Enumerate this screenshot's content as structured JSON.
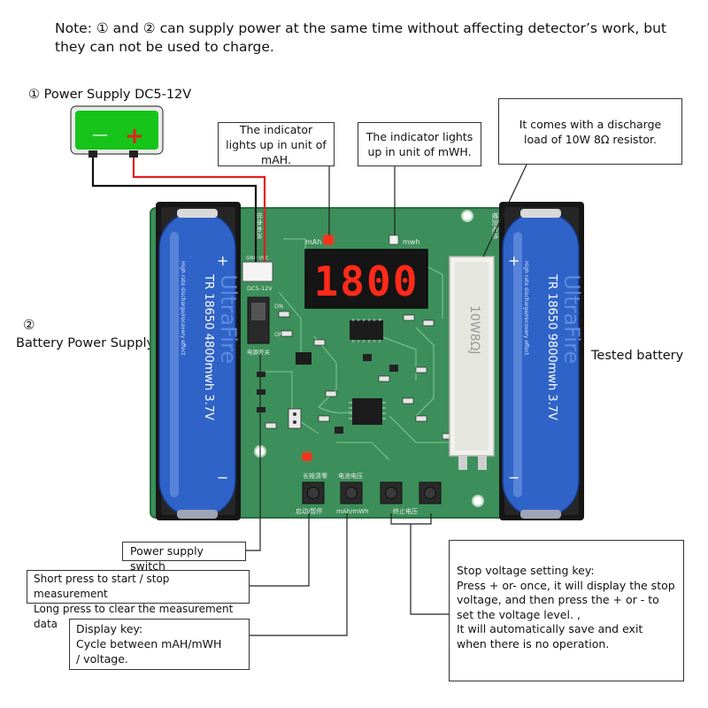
{
  "note": "Note: ① and ② can supply power at the same time without affecting detector’s work, but they can not be used to charge.",
  "power_supply_label": "① Power Supply DC5-12V",
  "psu": {
    "minus": "—",
    "plus": "+"
  },
  "battery_supply_label": {
    "num": "②",
    "text": "Battery Power Supply"
  },
  "tested_battery_label": "Tested battery",
  "display": {
    "value": "1800"
  },
  "callouts": {
    "mah": "The indicator lights up in unit of mAH.",
    "mwh": "The indicator lights up in unit of mWH.",
    "resistor": "It comes with a discharge load of 10W 8Ω resistor.",
    "switch": "Power supply switch",
    "start_stop": [
      "Short press to start / stop measurement",
      "Long press to clear the measurement data"
    ],
    "display_key": [
      "Display key:",
      "Cycle between mAH/mWH",
      " / voltage."
    ],
    "stop_voltage": [
      "Stop voltage setting key:",
      "Press + or- once, it will display the stop voltage, and then press the + or - to set the voltage level. ,",
      " It will automatically save and exit when there is no operation."
    ]
  },
  "board": {
    "left_cell": {
      "brand": "UltraFire",
      "text": "TR 18650 4800mwh 3.7V",
      "fine": "High rate discharge/recovery effect",
      "plus": "+",
      "minus": "−"
    },
    "right_cell": {
      "brand": "UltraFire",
      "text": "TR 18650 9800mwh 3.7V",
      "fine": "High rate discharge/recovery effect",
      "plus": "+",
      "minus": "−"
    },
    "resistor_text": "10W8ΩJ",
    "mah_label": "mAh",
    "mwh_label": "mwh",
    "dc_label": "DC5-12V",
    "gnd_label": "GND VCC",
    "on_label": "ON",
    "off_label": "OFF",
    "switch_cn": "电源开关",
    "left_vert_cn": "供电电池",
    "right_vert_cn": "被测电池",
    "btn1_top": "长按清零",
    "btn1_bottom": "启动/暂停",
    "btn2_top": "电池电压",
    "btn2_bottom": "mAh/mWh",
    "btn34_bottom": "终止电压"
  },
  "colors": {
    "pcb": "#3c8f5a",
    "cell": "#2f63c8",
    "led": "#ff2a1a",
    "psu": "#16c41a"
  }
}
